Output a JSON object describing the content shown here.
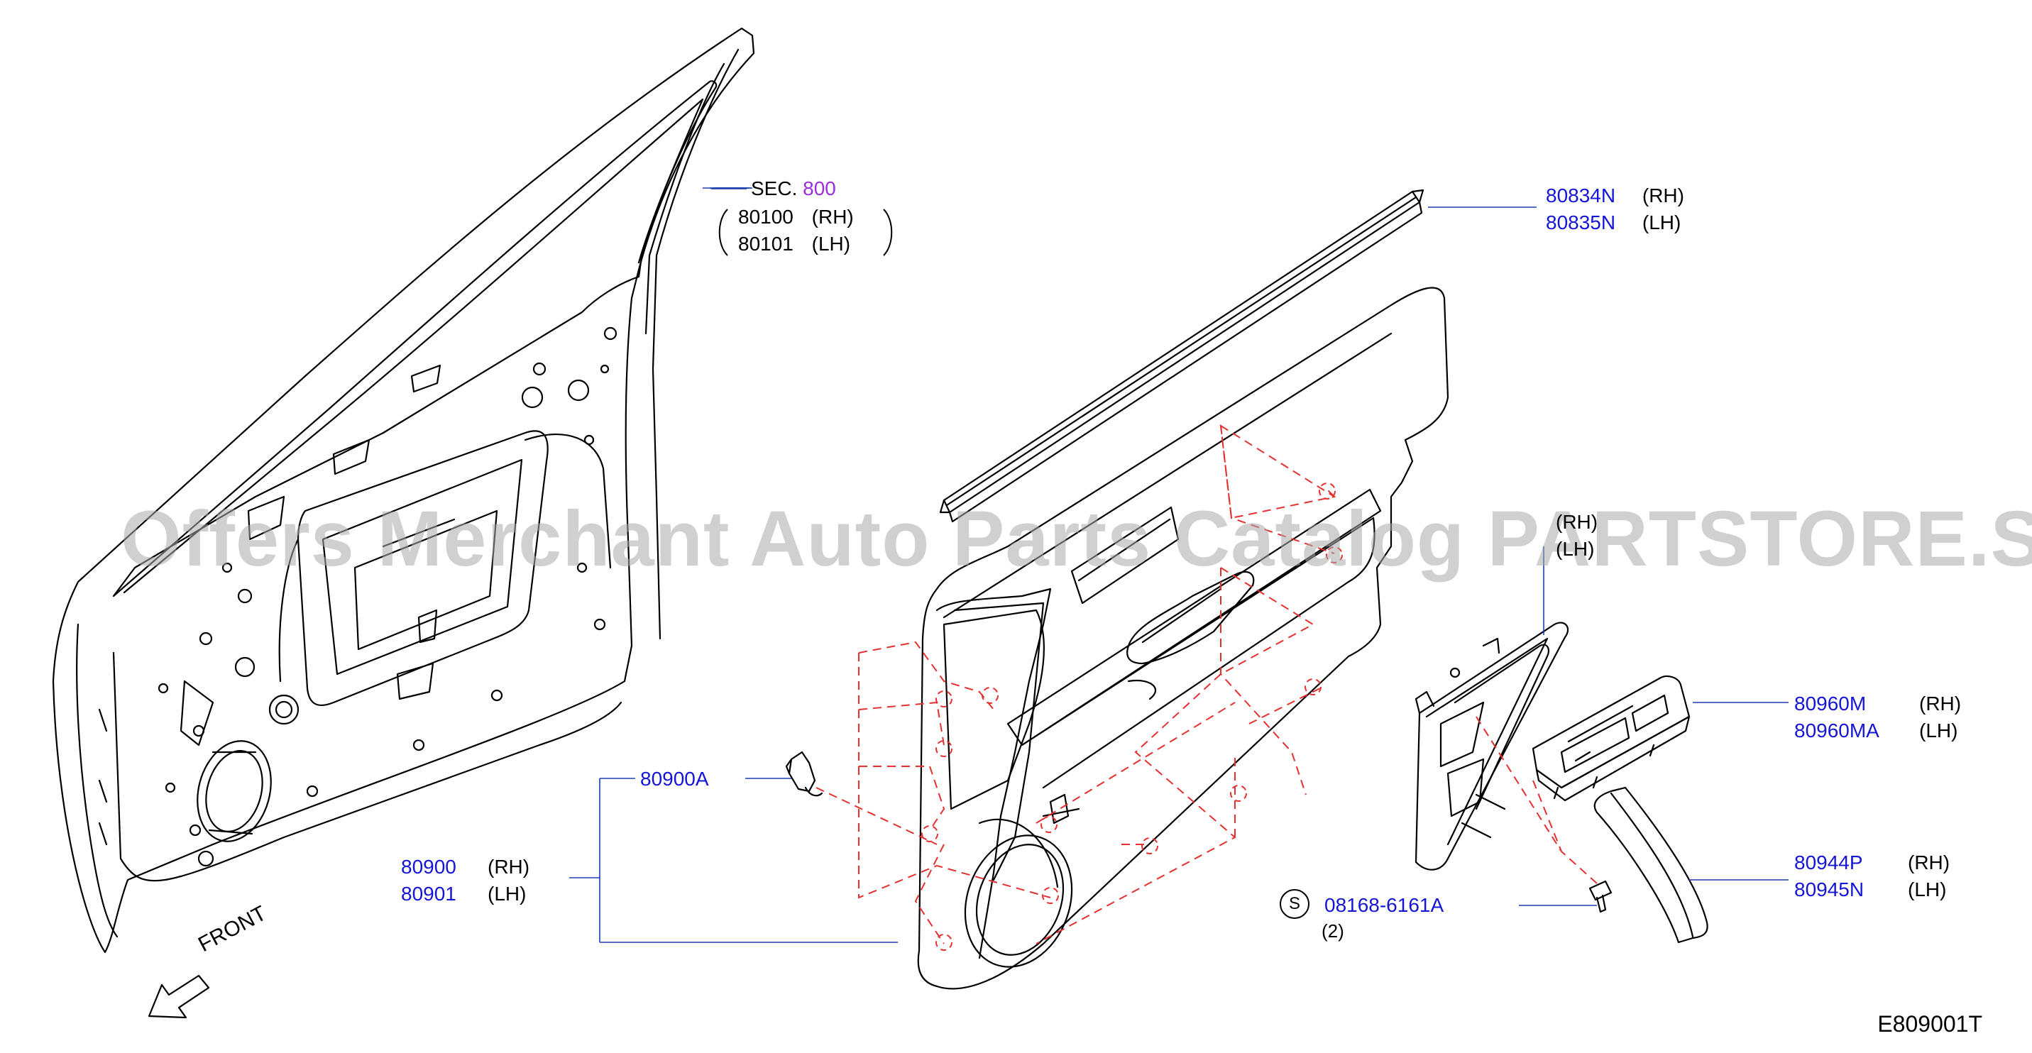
{
  "watermark": "Offers Merchant Auto Parts Catalog PARTSTORE.SA",
  "diagram_code": "E809001T",
  "front_label": "FRONT",
  "labels": {
    "sec": {
      "prefix": "SEC.",
      "number": "800"
    },
    "door_panel": {
      "rh_part": "80100",
      "rh_side": "(RH)",
      "lh_part": "80101",
      "lh_side": "(LH)"
    },
    "weatherstrip": {
      "rh_part": "80834N",
      "rh_side": "(RH)",
      "lh_part": "80835N",
      "lh_side": "(LH)"
    },
    "hidden_part": {
      "rh_side": "(RH)",
      "lh_side": "(LH)"
    },
    "switch_finisher": {
      "rh_part": "80960M",
      "rh_side": "(RH)",
      "lh_part": "80960MA",
      "lh_side": "(LH)"
    },
    "clip": {
      "part": "80900A"
    },
    "door_trim": {
      "rh_part": "80900",
      "rh_side": "(RH)",
      "lh_part": "80901",
      "lh_side": "(LH)"
    },
    "screw": {
      "symbol": "S",
      "part": "08168-6161A",
      "qty": "(2)"
    },
    "pull_handle": {
      "rh_part": "80944P",
      "rh_side": "(RH)",
      "lh_part": "80945N",
      "lh_side": "(LH)"
    }
  }
}
